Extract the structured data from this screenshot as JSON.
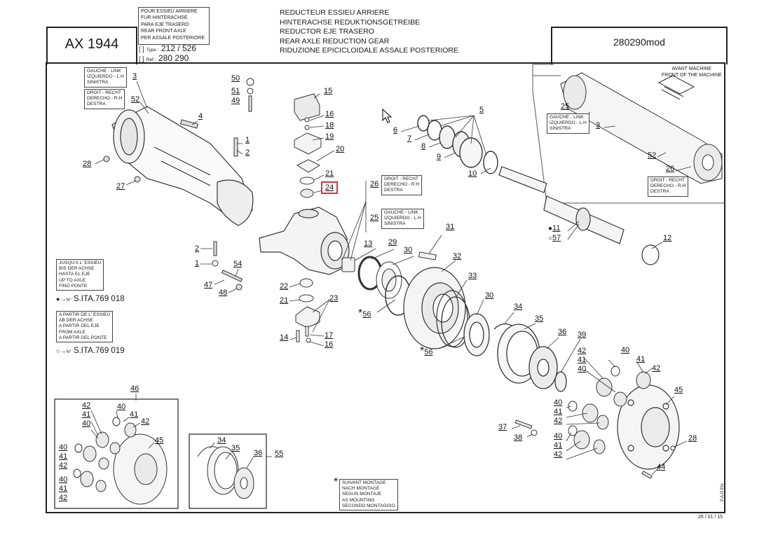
{
  "header": {
    "model": "AX 1944",
    "section_langs": [
      "POUR ESSIEU ARRIERE",
      "FUR HINTERACHSE",
      "PARA EJE TRASERO",
      "REAR FRONT AXLE",
      "PER ASSALE POSTERIORE"
    ],
    "type_label": "Type :",
    "type_value": "212 / 526",
    "ref_label": "Ref :",
    "ref_value": "280 290",
    "titles": [
      "REDUCTEUR ESSIEU ARRIERE",
      "HINTERACHSE REDUKTIONSGETREIBE",
      "REDUCTOR EJE TRASERO",
      "REAR AXLE REDUCTION GEAR",
      "RIDUZIONE EPICICLOIDALE ASSALE POSTERIORE"
    ],
    "ref_number": "280290mod"
  },
  "inset": {
    "front_label": [
      "AVANT MACHINE",
      "FRONT OF THE MACHINE"
    ],
    "left_side": [
      "GAUCHE - LINK",
      "IZQUIERDO - L.H",
      "SINISTRA"
    ],
    "right_side": [
      "DROIT - RECHT",
      "DERECHO - R.H",
      "DESTRA"
    ]
  },
  "side_labels": {
    "left_housing": [
      "GAUCHE - LINK",
      "IZQUIERDO - L.H",
      "SINISTRA"
    ],
    "right_housing": [
      "DROIT - RECHT",
      "DERECHO - R.H",
      "DESTRA"
    ],
    "part26": [
      "DROIT - RECHT",
      "DERECHO - R.H",
      "DESTRA"
    ],
    "part25": [
      "GAUCHE - LINK",
      "IZQUIERDO - L.H",
      "SINISTRA"
    ]
  },
  "serial_notes": {
    "up_to": [
      "JUSQU'A L' ESSIEU",
      "BIS DER ACHSE",
      "HASTA EL EJE",
      "UP TO AXLE",
      "FINO PONTE"
    ],
    "up_to_serial": "S.ITA.769 018",
    "from": [
      "A PARTIR DE L' ESSIEU",
      "AB DER ACHSE",
      "A PARTIR DEL EJE",
      "FROM AXLE",
      "A PARTIR DEL PONTE"
    ],
    "from_serial": "S.ITA.769 019",
    "no_label": "N°"
  },
  "mounting_note": [
    "SUIVANT MONTAGE",
    "NACH MONTAGE",
    "SEGUN MONTAJE",
    "AS MOUNTING",
    "SECONDO MONTAGGIO"
  ],
  "footer": {
    "date": "26 / 01 / 15",
    "author": "P.A.O Ets"
  },
  "highlighted_callout": "24",
  "callouts": {
    "c3": "3",
    "c52": "52",
    "c4": "4",
    "c28": "28",
    "c27": "27",
    "c50": "50",
    "c51": "51",
    "c49": "49",
    "c1a": "1",
    "c2a": "2",
    "c15": "15",
    "c16a": "16",
    "c18": "18",
    "c19": "19",
    "c20": "20",
    "c21a": "21",
    "c24": "24",
    "c26": "26",
    "c25": "25",
    "c5": "5",
    "c6": "6",
    "c7": "7",
    "c8": "8",
    "c9": "9",
    "c10": "10",
    "c13": "13",
    "c29": "29",
    "c30a": "30",
    "c31": "31",
    "c32": "32",
    "c33": "33",
    "c30b": "30",
    "c34": "34",
    "c35": "35",
    "c36": "36",
    "c39": "39",
    "c56a": "56",
    "c56b": "56",
    "c11": "11",
    "c57": "57",
    "c12": "12",
    "c2b": "2",
    "c1b": "1",
    "c54": "54",
    "c47": "47",
    "c48": "48",
    "c22": "22",
    "c21b": "21",
    "c23": "23",
    "c14": "14",
    "c17": "17",
    "c16b": "16",
    "c40a": "40",
    "c41a": "41",
    "c42a": "42",
    "c42b": "42",
    "c41b": "41",
    "c40b": "40",
    "c41c": "41",
    "c42c": "42",
    "c40c": "40",
    "c41d": "41",
    "c42d": "42",
    "c45a": "45",
    "c37": "37",
    "c38": "38",
    "c28b": "28",
    "c44": "44",
    "c46": "46",
    "c42e": "42",
    "c40d": "40",
    "c41e": "41",
    "c40e": "40",
    "c42f": "42",
    "c45b": "45",
    "c40f": "40",
    "c41f": "41",
    "c42g": "42",
    "c40g": "40",
    "c41g": "41",
    "c42h": "42",
    "c34b": "34",
    "c35b": "35",
    "c36b": "36",
    "c55": "55",
    "i25": "25",
    "i3": "3",
    "i52": "52",
    "i26": "26"
  }
}
